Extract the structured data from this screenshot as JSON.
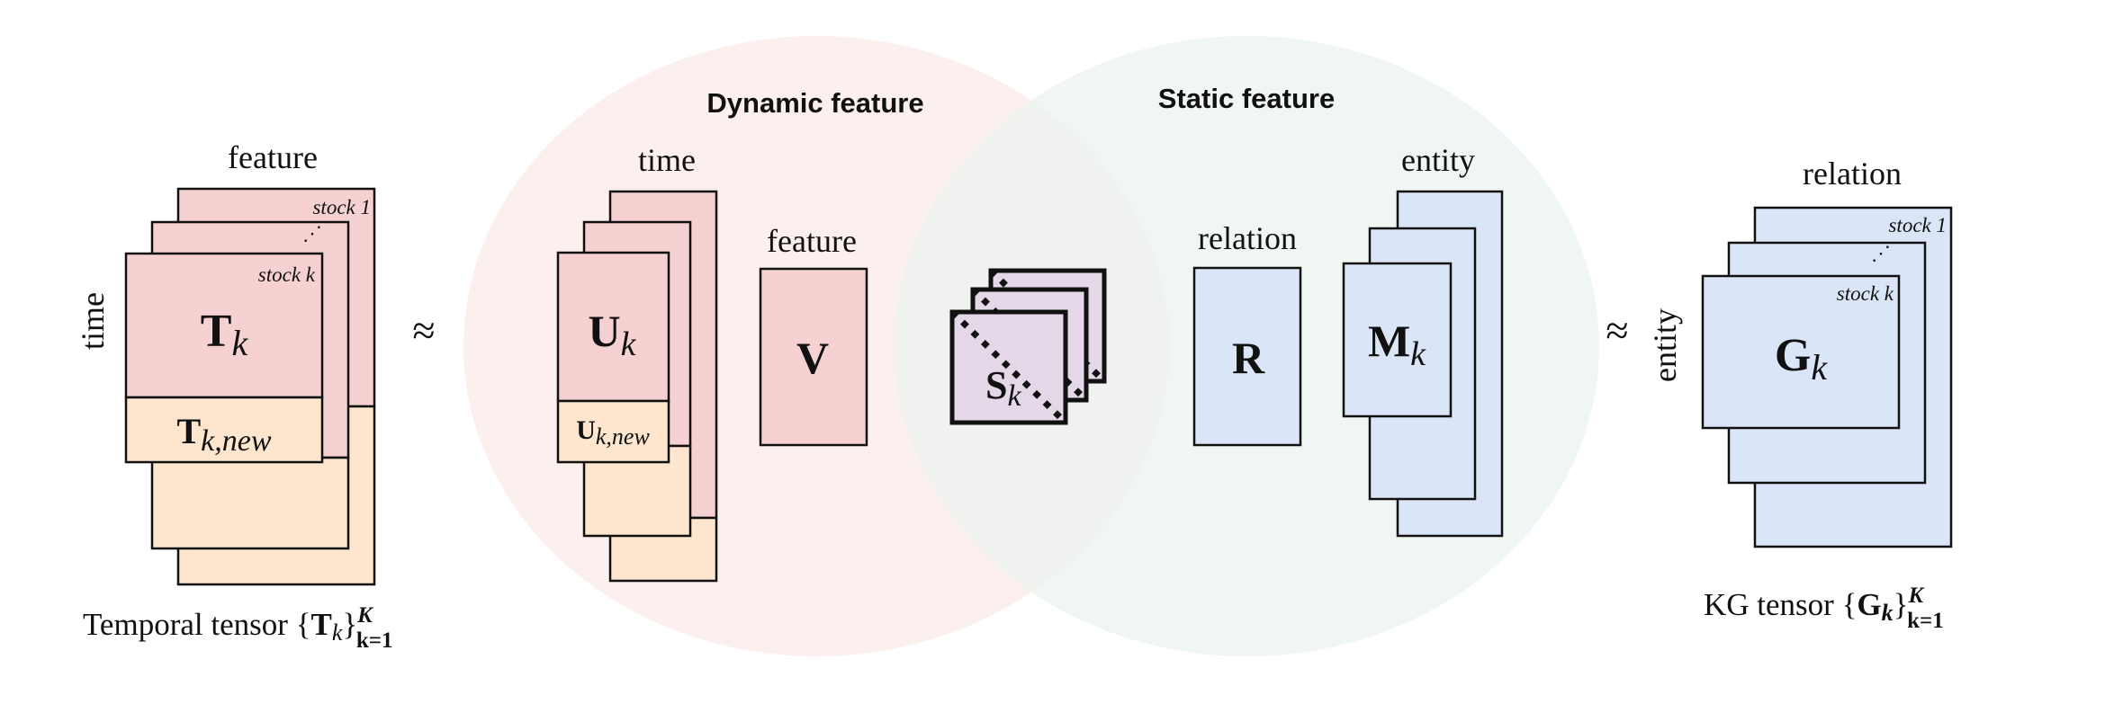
{
  "colors": {
    "pink": "#F6D1D1",
    "peach": "#FDE6CD",
    "blue": "#DAE6F7",
    "purple": "#E4D8E8",
    "dynamic_circle": "#FBEDEB",
    "static_circle": "#EBF3EE",
    "heading_red": "#C00000",
    "stroke": "#111111"
  },
  "venn": {
    "dynamic_label": "Dynamic feature",
    "static_label": "Static feature"
  },
  "left_tensor": {
    "axis_top": "feature",
    "axis_left": "time",
    "stock_first": "stock 1",
    "stock_last": "stock k",
    "matrix_symbol": "T",
    "matrix_sub": "k",
    "new_symbol": "T",
    "new_sub": "k,new",
    "caption_text": "Temporal tensor {",
    "caption_symbol": "T",
    "caption_sub": "k",
    "caption_close": "}",
    "caption_sup": "K",
    "caption_range": "k=1"
  },
  "approx_left": "≈",
  "approx_right": "≈",
  "u_tensor": {
    "axis_top": "time",
    "symbol": "U",
    "sub": "k",
    "new_symbol": "U",
    "new_sub": "k,new"
  },
  "v_matrix": {
    "axis_top": "feature",
    "symbol": "V"
  },
  "s_tensor": {
    "symbol": "S",
    "sub": "k"
  },
  "r_matrix": {
    "axis_top": "relation",
    "symbol": "R"
  },
  "m_tensor": {
    "axis_top": "entity",
    "symbol": "M",
    "sub": "k"
  },
  "right_tensor": {
    "axis_top": "relation",
    "axis_left": "entity",
    "stock_first": "stock 1",
    "stock_last": "stock k",
    "symbol": "G",
    "sub": "k",
    "caption_text": "KG tensor {",
    "caption_symbol": "G",
    "caption_sub": "k",
    "caption_close": "}",
    "caption_sup": "K",
    "caption_range": "k=1"
  }
}
